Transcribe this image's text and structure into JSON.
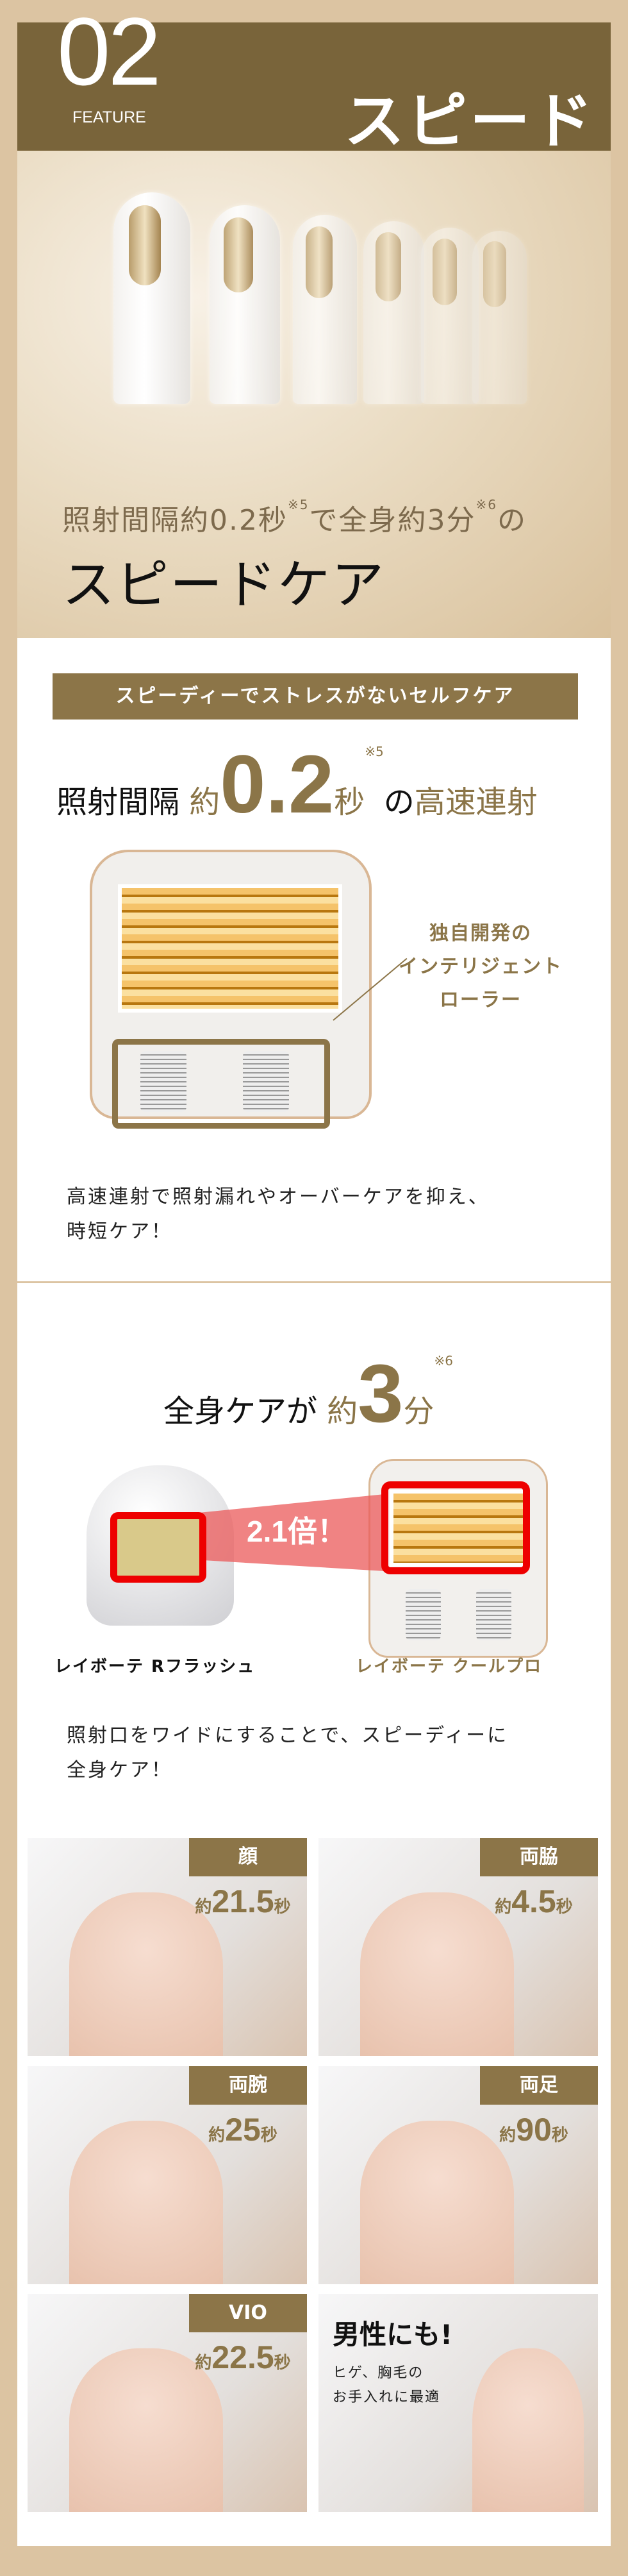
{
  "header": {
    "number": "02",
    "feature": "FEATURE",
    "title": "スピード"
  },
  "hero": {
    "caption_a": "照射間隔約0.2秒",
    "note5": "※5",
    "caption_b": "で全身約3分",
    "note6": "※6",
    "caption_c": "の",
    "headline": "スピードケア"
  },
  "section1": {
    "label": "スピーディーでストレスがないセルフケア",
    "title_a": "照射間隔 ",
    "title_b": "約",
    "title_num": "0.2",
    "title_unit": "秒",
    "note": "※5",
    "title_c": "の",
    "title_d": "高速連射",
    "callout": [
      "独自開発の",
      "インテリジェント",
      "ローラー"
    ],
    "body": [
      "高速連射で照射漏れやオーバーケアを抑え、",
      "時短ケア！"
    ]
  },
  "section2": {
    "title_a": "全身ケアが ",
    "title_b": "約",
    "title_num": "3",
    "title_unit": "分",
    "note": "※6",
    "ratio": "2.1倍！",
    "old_model": "レイボーテ Rフラッシュ",
    "new_model": "レイボーテ クールプロ",
    "body": [
      "照射口をワイドにすることで、スピーディーに",
      "全身ケア！"
    ]
  },
  "areas": [
    {
      "name": "顔",
      "prefix": "約",
      "value": "21.5",
      "unit": "秒"
    },
    {
      "name": "両脇",
      "prefix": "約",
      "value": "4.5",
      "unit": "秒"
    },
    {
      "name": "両腕",
      "prefix": "約",
      "value": "25",
      "unit": "秒"
    },
    {
      "name": "両足",
      "prefix": "約",
      "value": "90",
      "unit": "秒"
    },
    {
      "name": "VIO",
      "prefix": "約",
      "value": "22.5",
      "unit": "秒"
    }
  ],
  "men": {
    "title": "男性にも!",
    "lines": [
      "ヒゲ、胸毛の",
      "お手入れに最適"
    ]
  },
  "colors": {
    "header": "#79643a",
    "label": "#8c7548",
    "gold": "#8b7548",
    "border": "#dcc4a2",
    "highlight": "#e00000"
  }
}
